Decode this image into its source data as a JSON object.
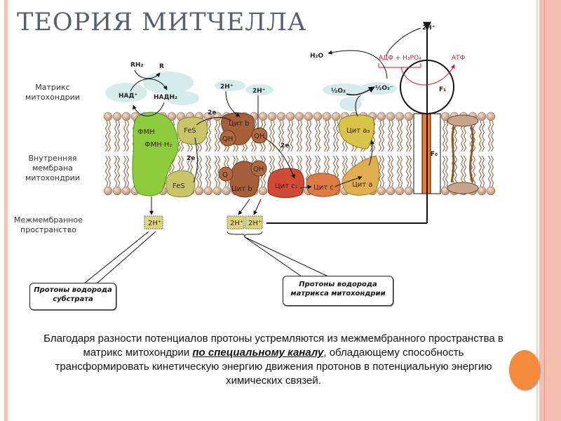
{
  "title": "ТЕОРИЯ МИТЧЕЛЛА",
  "side_labels": {
    "matrix": [
      "Матрикс",
      "митохондрии"
    ],
    "inner_membrane": [
      "Внутренняя",
      "мембрана",
      "митохондрии"
    ],
    "intermembrane": [
      "Межмембранное",
      "пространство"
    ]
  },
  "diagram": {
    "rh2": "RH₂",
    "r": "R",
    "nad": "НАД⁺",
    "nadh2": "НАДН₂",
    "two_h_plus_1": "2Н⁺",
    "two_h_plus_2": "2Н⁺",
    "two_e_1": "2e",
    "two_e_2": "2e",
    "two_e_3": "2e",
    "h2o": "H₂O",
    "half_o2": "½O₂",
    "half_o2_ion": "½O₂⁻",
    "top_2h": "2H⁺",
    "adp": "АДФ + H₃PO₄",
    "atp": "АТФ",
    "f1": "F₁",
    "f0": "F₀",
    "fmn": "ФМН",
    "fmnh2": "ФМН·Н₂",
    "fes_top": "FeS",
    "fes_bottom": "FeS",
    "cyt_b_top": "Цит b",
    "cyt_b_bottom": "Цит b",
    "qh_left": "QH",
    "qh_right": "QH",
    "qh_lower": "QH",
    "q": "Q",
    "cyt_c1": "Цит c₁",
    "cyt_c": "Цит c",
    "cyt_a": "Цит a",
    "cyt_a3": "Цит a₃",
    "proton_box_1": "2H⁺",
    "proton_box_2": "2H⁺",
    "proton_box_3": "2H⁺"
  },
  "callouts": {
    "substrate": [
      "Протоны водорода",
      "субстрата"
    ],
    "matrix": [
      "Протоны водорода",
      "матрикса митохондрии"
    ]
  },
  "bottom_text": {
    "part1": "Благодаря разности потенциалов протоны устремляются из межмембранного пространства в матрикс митохондрии ",
    "emphasis": "по специальному каналу",
    "part2": ", обладающему способность трансформировать кинетическую энергию движения протонов в потенциальную энергию химических связей."
  },
  "colors": {
    "accent_orange": "#f58a3d",
    "stripe_pink": "#f4bfae",
    "title_gray": "#5a5f6e",
    "atp_red": "#cc1f2a"
  }
}
